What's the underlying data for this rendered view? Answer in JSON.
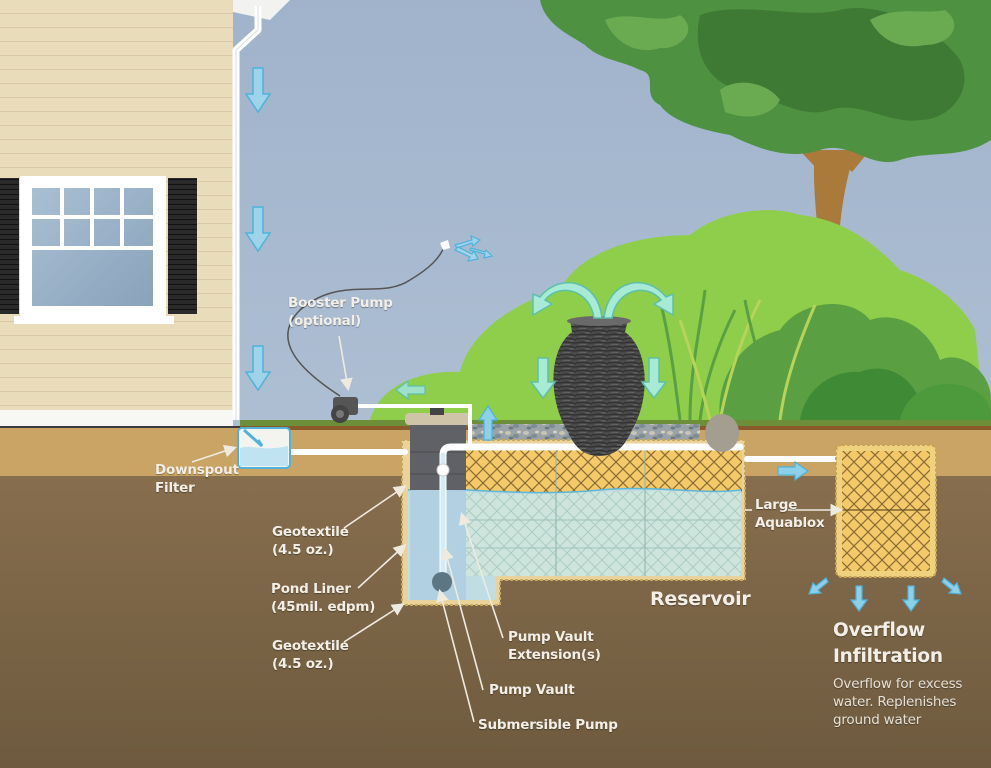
{
  "diagram": {
    "title": "Rainwater harvesting system",
    "labels": {
      "booster_pump": [
        "Booster Pump",
        "(optional)"
      ],
      "downspout_filter": [
        "Downspout",
        "Filter"
      ],
      "geotextile_top": [
        "Geotextile",
        "(4.5 oz.)"
      ],
      "pond_liner": [
        "Pond Liner",
        "(45mil. edpm)"
      ],
      "geotextile_bottom": [
        "Geotextile",
        "(4.5 oz.)"
      ],
      "pump_vault_extension": [
        "Pump Vault",
        "Extension(s)"
      ],
      "pump_vault": [
        "Pump Vault"
      ],
      "submersible_pump": [
        "Submersible Pump"
      ],
      "large_aquablox": [
        "Large",
        "Aquablox"
      ],
      "reservoir": "Reservoir",
      "overflow_title": [
        "Overflow",
        "Infiltration"
      ],
      "overflow_desc": [
        "Overflow for excess",
        "water. Replenishes",
        "ground water"
      ]
    },
    "colors": {
      "sky": "#a5b8cf",
      "siding": "#e9dcbb",
      "soil_top": "#c9a464",
      "soil": "#7d6646",
      "water": "#bfe0ec",
      "aquablox": "#f2c86a",
      "arrow": "#5eb7d8",
      "fountain_arrow": "#8fe0c8",
      "label_text": "#f3efe6"
    }
  }
}
